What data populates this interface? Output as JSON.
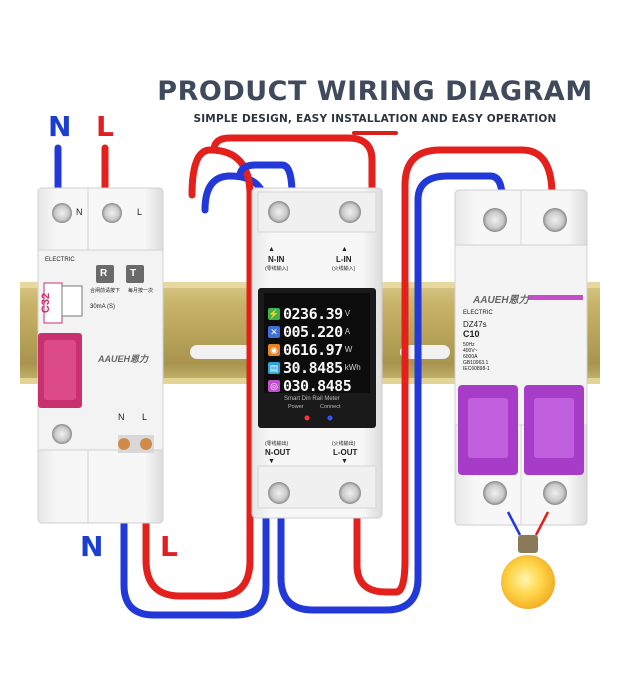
{
  "header": {
    "title": "PRODUCT WIRING DIAGRAM",
    "subtitle": "SIMPLE DESIGN, EASY INSTALLATION AND EASY OPERATION"
  },
  "labels": {
    "top_neutral": "N",
    "top_line": "L",
    "bottom_neutral": "N",
    "bottom_line": "L"
  },
  "colors": {
    "neutral_wire": "#2238d8",
    "line_wire": "#e3201c",
    "rcbo_handle": "#c8306f",
    "breaker_handle": "#a63cc7"
  },
  "rcbo": {
    "brand": "ELECTRIC",
    "rating": "C32",
    "test_r": "R",
    "test_t": "T",
    "term_n": "N",
    "term_l": "L",
    "term_n_bottom": "N",
    "term_l_bottom": "L",
    "note_left": "合闸前请按下",
    "note_right": "每月按一次",
    "spec": "30mA (S)",
    "logo": "AAUEH恩力"
  },
  "meter": {
    "n_in": "N-IN",
    "n_in_sub": "(零线输入)",
    "l_in": "L-IN",
    "l_in_sub": "(火线输入)",
    "n_out": "N-OUT",
    "n_out_sub": "(零线输出)",
    "l_out": "L-OUT",
    "l_out_sub": "(火线输出)",
    "readings": [
      {
        "value": "0236.39",
        "unit": "V",
        "icon": "lightning-icon",
        "color": "#f7f7f7",
        "icon_color": "#39b54a"
      },
      {
        "value": "005.220",
        "unit": "A",
        "icon": "current-icon",
        "color": "#f7f7f7",
        "icon_color": "#3f6fd8"
      },
      {
        "value": "0616.97",
        "unit": "W",
        "icon": "power-icon",
        "color": "#f7f7f7",
        "icon_color": "#e8821e"
      },
      {
        "value": "30.8485",
        "unit": "kWh",
        "icon": "energy-icon",
        "color": "#f7f7f7",
        "icon_color": "#2aa3d8"
      },
      {
        "value": "030.8485",
        "unit": "",
        "icon": "cost-icon",
        "color": "#f7f7f7",
        "icon_color": "#c04fd0"
      }
    ],
    "product_name": "Smart Din Rail Meter",
    "led_power": "Power",
    "led_connect": "Connect"
  },
  "breaker": {
    "brand": "ELECTRIC",
    "model": "DZ47s",
    "rating": "C10",
    "specs": [
      "50Hz",
      "400V~",
      "6000A",
      "GB10963.1",
      "IEC60898-1"
    ],
    "logo": "AAUEH恩力"
  }
}
